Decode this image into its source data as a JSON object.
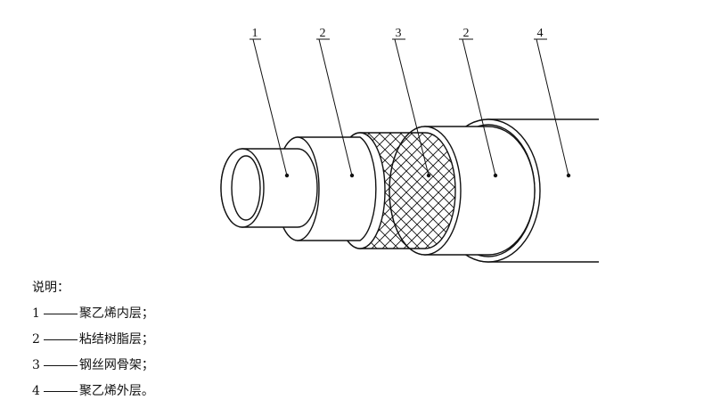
{
  "diagram": {
    "callouts": [
      "1",
      "2",
      "3",
      "2",
      "4"
    ]
  },
  "legend": {
    "heading": "说明：",
    "items": [
      {
        "num": "1",
        "text": "聚乙烯内层；"
      },
      {
        "num": "2",
        "text": "粘结树脂层；"
      },
      {
        "num": "3",
        "text": "钢丝网骨架；"
      },
      {
        "num": "4",
        "text": "聚乙烯外层。"
      }
    ]
  }
}
